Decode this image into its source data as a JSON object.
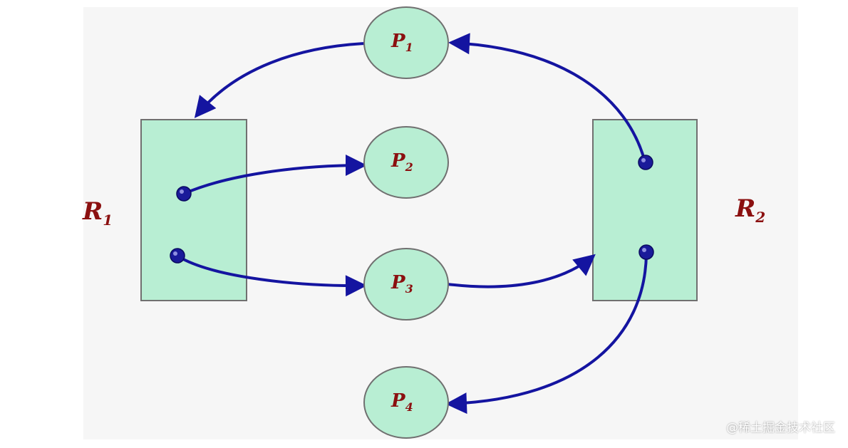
{
  "processes": [
    {
      "name": "P",
      "sub": "1"
    },
    {
      "name": "P",
      "sub": "2"
    },
    {
      "name": "P",
      "sub": "3"
    },
    {
      "name": "P",
      "sub": "4"
    }
  ],
  "resources": [
    {
      "name": "R",
      "sub": "1"
    },
    {
      "name": "R",
      "sub": "2"
    }
  ],
  "watermark": "@稀土掘金技术社区",
  "colors": {
    "node_fill": "#b8eed3",
    "node_stroke": "#707070",
    "edge": "#1414a0",
    "dot": "#1a1a9a",
    "label": "#8b1010"
  }
}
